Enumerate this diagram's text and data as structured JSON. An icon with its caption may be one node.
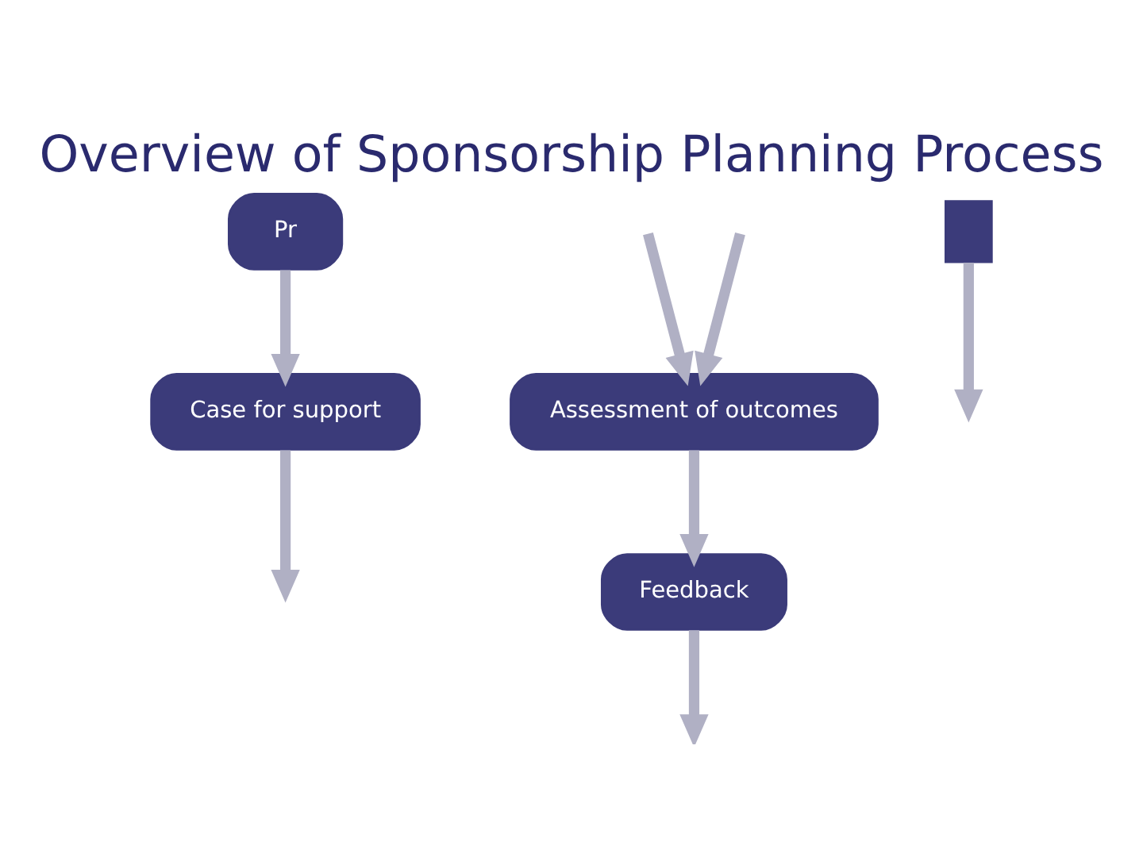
{
  "diagram": {
    "title": "Overview of Sponsorship Planning Process",
    "nodes": [
      {
        "text": [
          "Case for support"
        ]
      },
      {
        "text": [
          "Pr"
        ]
      },
      {
        "text": [
          "Assessment of outcomes"
        ]
      },
      {
        "text": [
          "Feedback"
        ]
      },
      {
        "text": [],
        "shape": "box"
      }
    ],
    "edges": [
      {
        "from": 1,
        "to": 0,
        "arrow": "to"
      },
      {
        "from": 0,
        "to": null,
        "arrow": "to"
      },
      {
        "from": 2,
        "to": 3,
        "arrow": "to"
      },
      {
        "from": null,
        "to": 2,
        "arrow": "to"
      },
      {
        "from": null,
        "to": 2,
        "arrow": "to"
      },
      {
        "from": 3,
        "to": null,
        "arrow": "to"
      },
      {
        "from": 4,
        "to": null,
        "arrow": "to"
      }
    ]
  }
}
